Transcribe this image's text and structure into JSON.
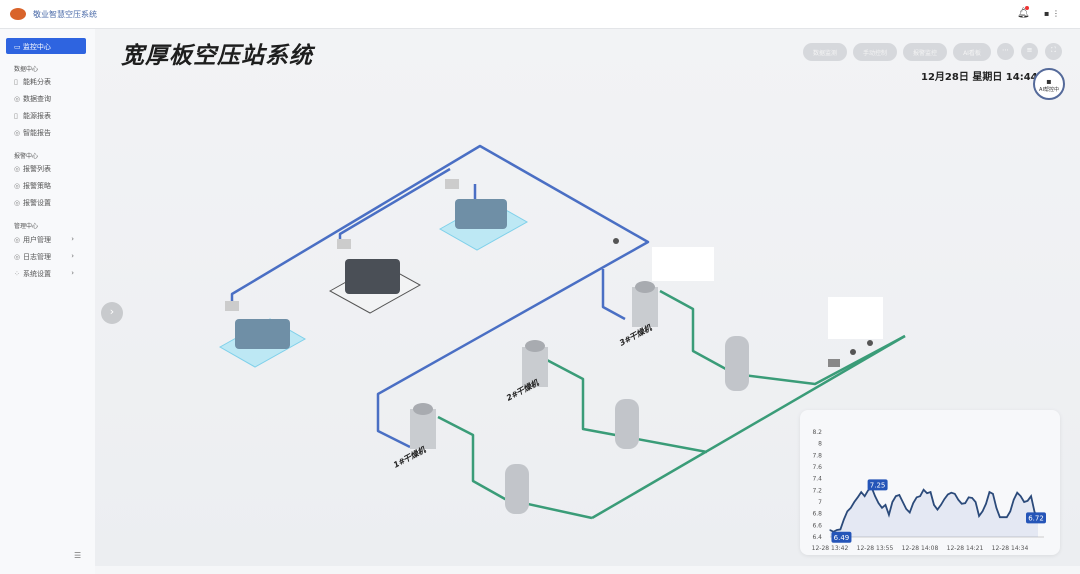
{
  "header": {
    "app_title": "敬业智慧空压系统",
    "user_label": "▪ ⋮"
  },
  "sidebar": {
    "active": "监控中心",
    "groups": [
      {
        "title": "数据中心",
        "items": [
          "能耗分表",
          "数据查询",
          "能源报表",
          "智能报告"
        ]
      },
      {
        "title": "报警中心",
        "items": [
          "报警列表",
          "报警策略",
          "报警设置"
        ]
      },
      {
        "title": "管理中心",
        "items": [
          "用户管理",
          "日志管理",
          "系统设置"
        ]
      }
    ]
  },
  "main": {
    "title": "宽厚板空压站系统",
    "toolbar": [
      "数据监测",
      "手动控制",
      "报警监控",
      "AI看板"
    ],
    "datetime": "12月28日 星期日 14:44",
    "ai_badge": "AI帮控中",
    "dryers": [
      "1#干燥机",
      "2#干燥机",
      "3#干燥机"
    ]
  },
  "chart_data": {
    "type": "line",
    "title": "",
    "xlabel": "",
    "ylabel": "",
    "ylim": [
      6.4,
      8.2
    ],
    "yticks": [
      "6.4",
      "6.6",
      "6.8",
      "7",
      "7.2",
      "7.4",
      "7.6",
      "7.8",
      "8",
      "8.2"
    ],
    "xticks": [
      "12-28 13:42",
      "12-28 13:55",
      "12-28 14:08",
      "12-28 14:21",
      "12-28 14:34"
    ],
    "values": [
      6.52,
      6.49,
      6.52,
      6.53,
      6.7,
      6.84,
      6.9,
      7.0,
      7.08,
      7.17,
      7.1,
      7.2,
      7.25,
      7.1,
      6.98,
      6.9,
      6.95,
      6.78,
      7.0,
      7.1,
      7.12,
      7.0,
      6.88,
      6.82,
      6.98,
      7.08,
      7.1,
      7.21,
      7.15,
      7.17,
      6.95,
      6.87,
      6.95,
      7.05,
      7.13,
      7.16,
      7.14,
      7.04,
      6.97,
      6.98,
      7.08,
      7.07,
      7.0,
      6.76,
      6.84,
      6.97,
      7.17,
      7.14,
      6.9,
      6.74,
      6.74,
      6.74,
      6.84,
      7.04,
      7.16,
      7.1,
      7.0,
      7.02,
      7.1,
      6.83,
      6.72
    ],
    "labels": [
      {
        "text": "6.49"
      },
      {
        "text": "7.25"
      },
      {
        "text": "6.72"
      }
    ],
    "color": "#2b4a7a"
  }
}
